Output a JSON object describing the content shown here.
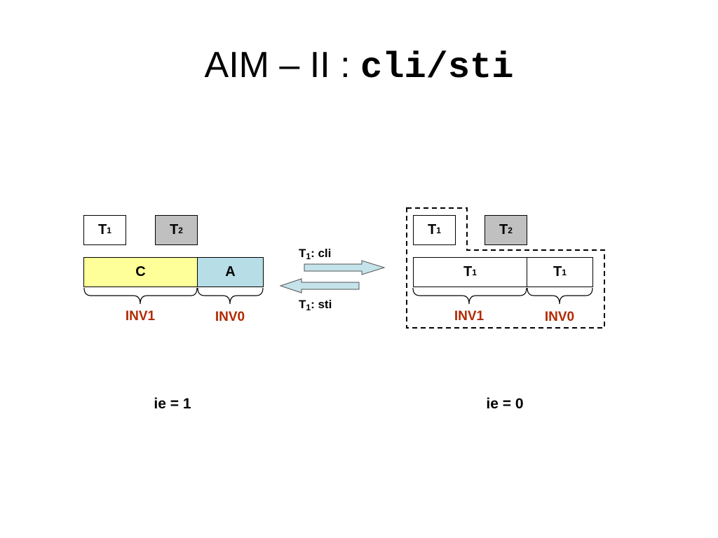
{
  "slide": {
    "title_main": "AIM – II : ",
    "title_code": "cli/sti"
  },
  "left_state": {
    "thread1": {
      "letter": "T",
      "sub": "1"
    },
    "thread2": {
      "letter": "T",
      "sub": "2"
    },
    "inv1_content": "C",
    "inv0_content": "A",
    "inv1_label": "INV1",
    "inv0_label": "INV0",
    "ie_label": "ie = 1"
  },
  "transitions": {
    "cli": {
      "letter": "T",
      "sub": "1",
      "rest": ": cli"
    },
    "sti": {
      "letter": "T",
      "sub": "1",
      "rest": ": sti"
    }
  },
  "right_state": {
    "thread1": {
      "letter": "T",
      "sub": "1"
    },
    "thread2": {
      "letter": "T",
      "sub": "2"
    },
    "inv1_content": {
      "letter": "T",
      "sub": "1"
    },
    "inv0_content": {
      "letter": "T",
      "sub": "1"
    },
    "inv1_label": "INV1",
    "inv0_label": "INV0",
    "ie_label": "ie = 0"
  },
  "colors": {
    "thread_white": "#ffffff",
    "thread_gray": "#c0c0c0",
    "inv1_yellow": "#ffff99",
    "inv0_teal": "#b7dde6",
    "arrow_fill": "#c4e3ea",
    "inv_label": "#b22a00"
  }
}
